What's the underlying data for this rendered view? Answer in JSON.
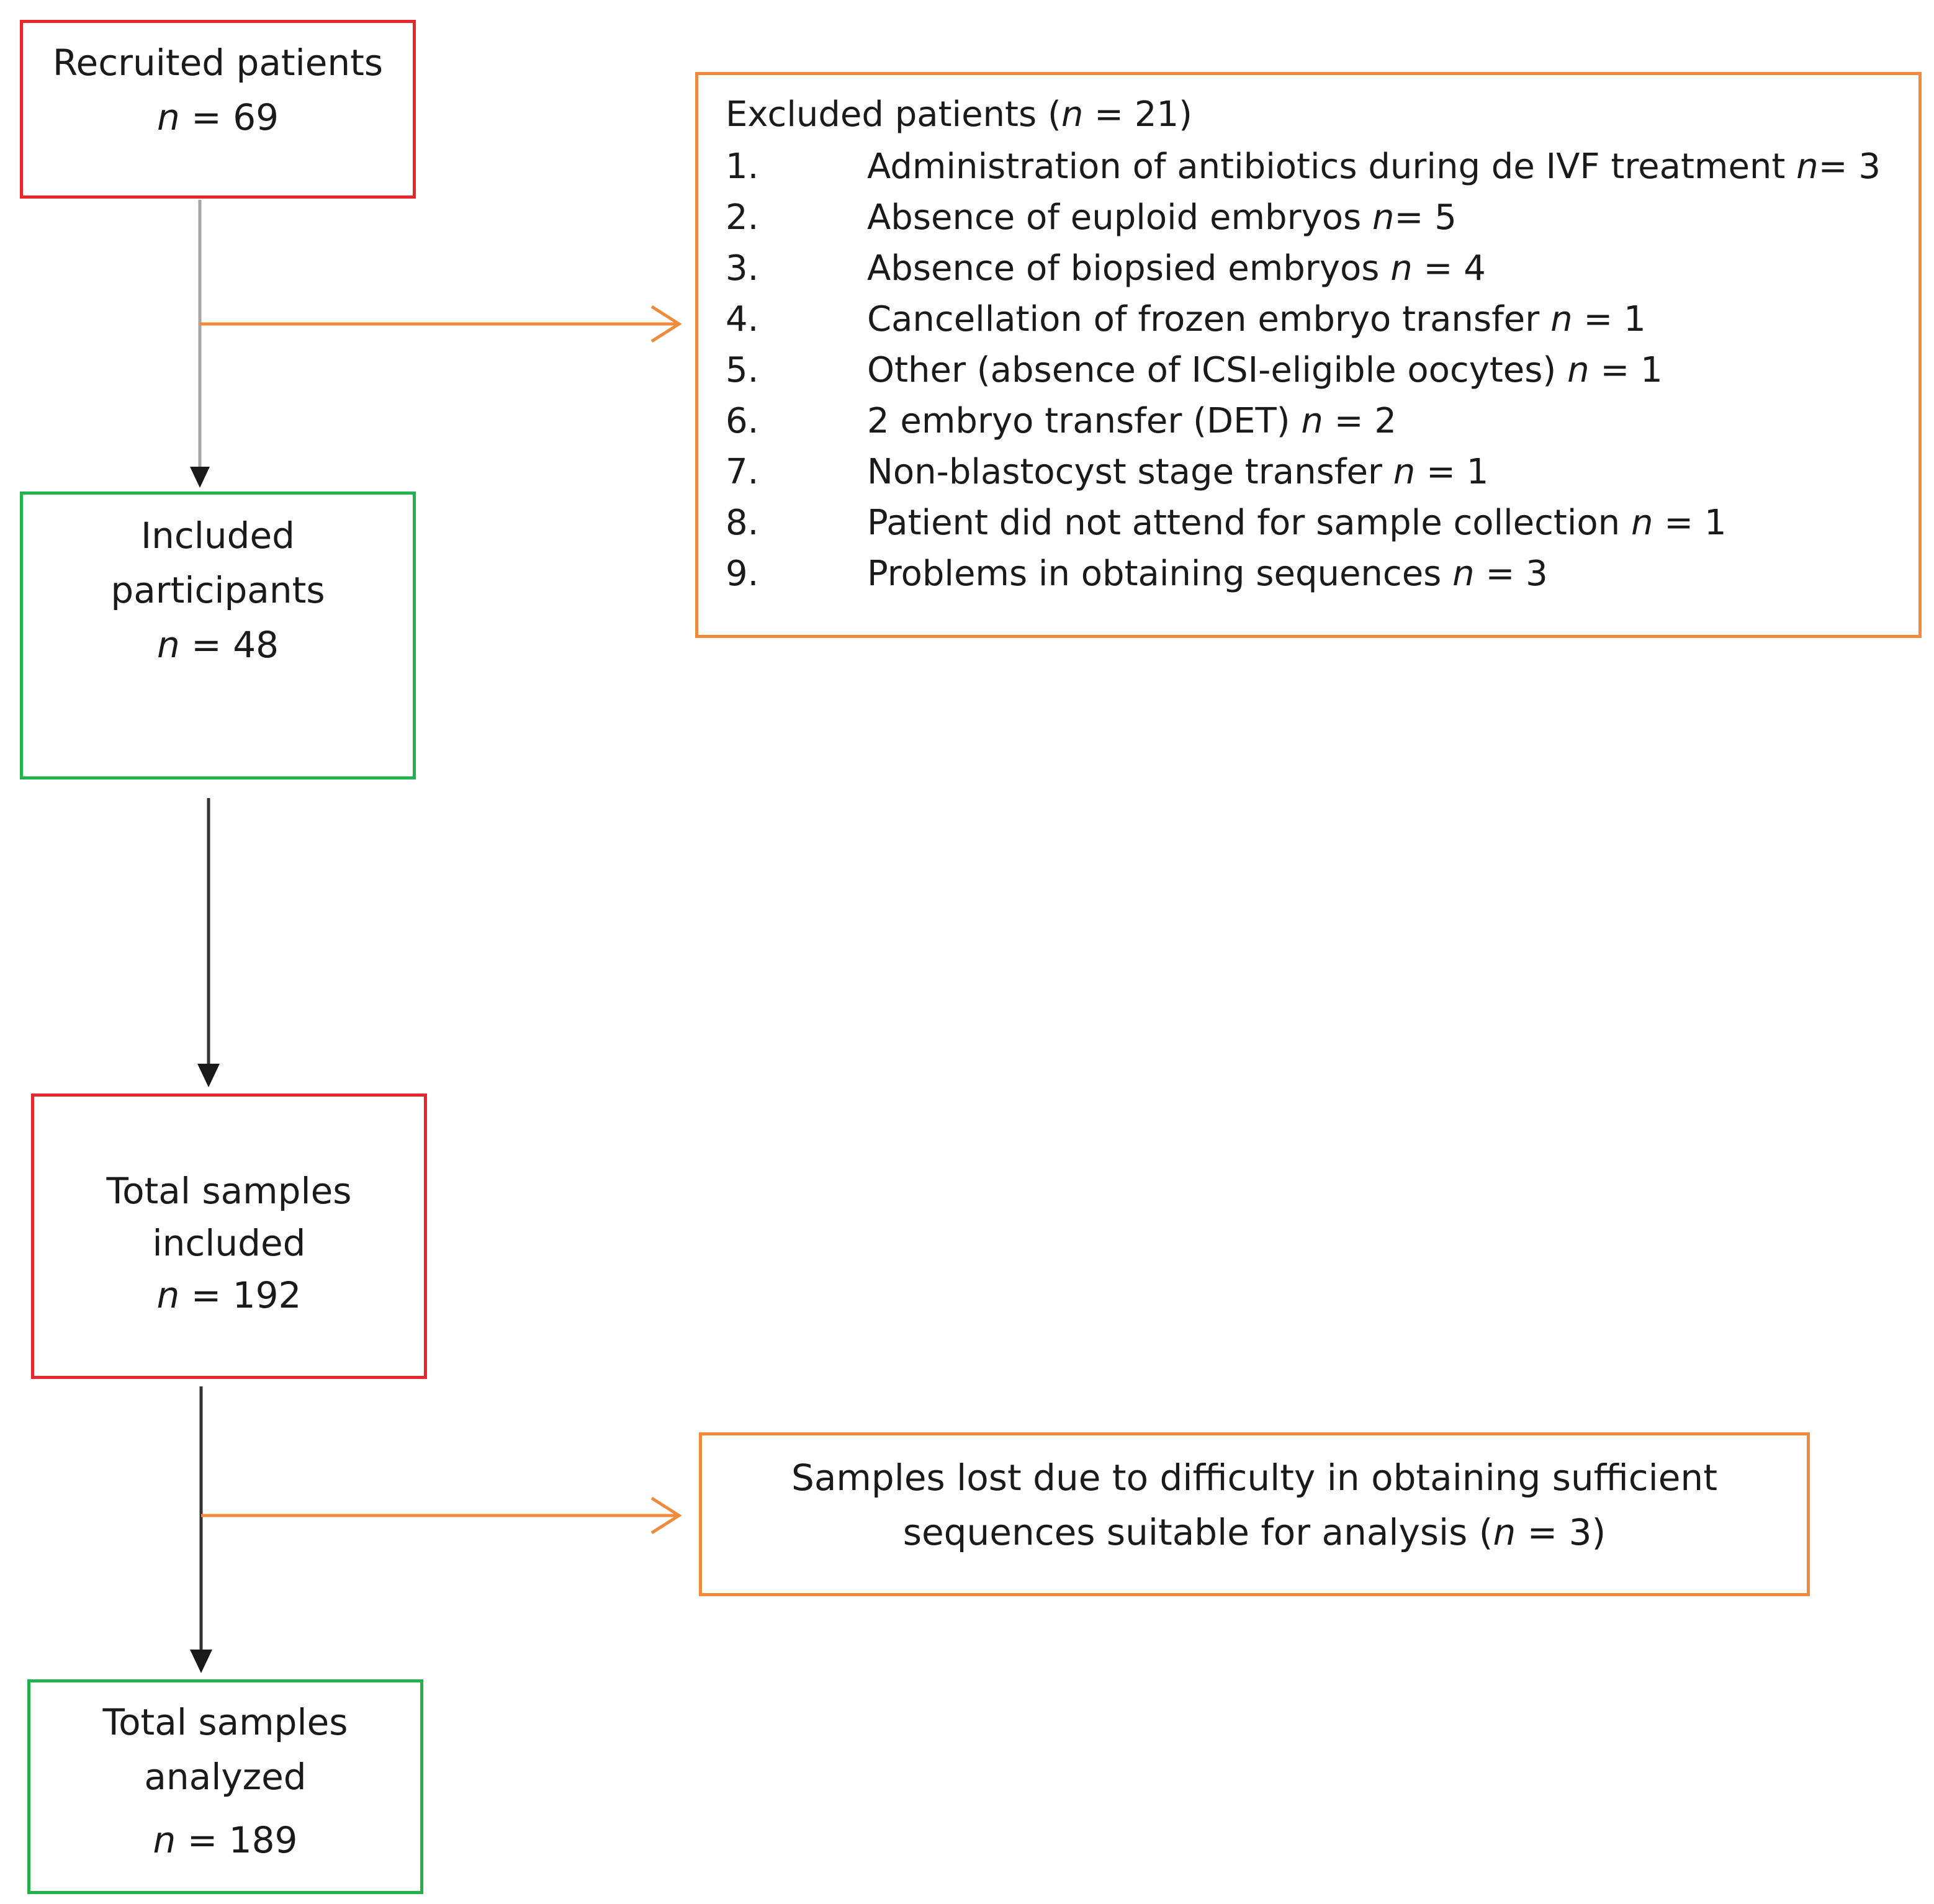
{
  "recruited": {
    "label": "Recruited patients",
    "n_prefix": "n",
    "n_value": " = 69"
  },
  "included": {
    "line1": "Included",
    "line2": "participants",
    "n_prefix": "n",
    "n_value": " = 48"
  },
  "samples_included": {
    "line1": "Total samples",
    "line2": "included",
    "n_prefix": "n",
    "n_value": " = 192"
  },
  "samples_analyzed": {
    "line1": "Total samples",
    "line2": "analyzed",
    "n_prefix": "n",
    "n_value": " = 189"
  },
  "excluded": {
    "title_text": "Excluded patients (",
    "title_n": "n",
    "title_tail": " = 21)",
    "items": [
      {
        "num": "1.",
        "text": "Administration of antibiotics during de IVF treatment ",
        "n": "n",
        "val": "= 3"
      },
      {
        "num": "2.",
        "text": "Absence of euploid embryos ",
        "n": "n",
        "val": "= 5"
      },
      {
        "num": "3.",
        "text": "Absence of biopsied embryos ",
        "n": "n",
        "val": " = 4"
      },
      {
        "num": "4.",
        "text": "Cancellation of frozen embryo transfer ",
        "n": "n",
        "val": " = 1"
      },
      {
        "num": "5.",
        "text": "Other (absence of ICSI-eligible oocytes) ",
        "n": "n",
        "val": " = 1"
      },
      {
        "num": "6.",
        "text": "2 embryo transfer (DET) ",
        "n": "n",
        "val": " = 2"
      },
      {
        "num": "7.",
        "text": "Non-blastocyst stage transfer  ",
        "n": "n",
        "val": " = 1"
      },
      {
        "num": "8.",
        "text": "Patient did not attend for sample collection ",
        "n": "n",
        "val": " = 1"
      },
      {
        "num": "9.",
        "text": "Problems in obtaining sequences ",
        "n": "n",
        "val": " = 3"
      }
    ]
  },
  "lost": {
    "line1": "Samples lost due to difficulty in obtaining sufficient",
    "line2_text": "sequences suitable for analysis (",
    "line2_n": "n",
    "line2_tail": " = 3)"
  },
  "colors": {
    "red": "#e8272a",
    "green": "#22b24c",
    "orange": "#f08a3c",
    "arrow_gray": "#a6a6a6",
    "arrow_dark": "#333333"
  }
}
